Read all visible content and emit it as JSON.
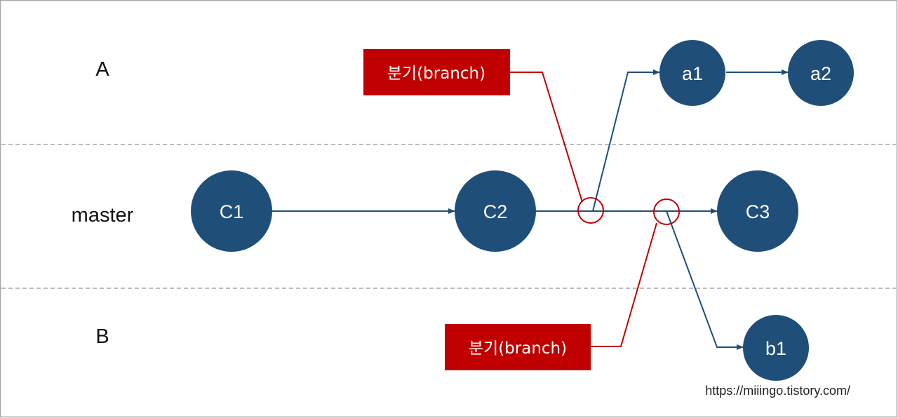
{
  "lanes": [
    {
      "id": "A",
      "label": "A"
    },
    {
      "id": "master",
      "label": "master"
    },
    {
      "id": "B",
      "label": "B"
    }
  ],
  "nodes": [
    {
      "id": "C1",
      "label": "C1",
      "lane": "master"
    },
    {
      "id": "C2",
      "label": "C2",
      "lane": "master"
    },
    {
      "id": "C3",
      "label": "C3",
      "lane": "master"
    },
    {
      "id": "a1",
      "label": "a1",
      "lane": "A"
    },
    {
      "id": "a2",
      "label": "a2",
      "lane": "A"
    },
    {
      "id": "b1",
      "label": "b1",
      "lane": "B"
    }
  ],
  "edges": [
    {
      "from": "C1",
      "to": "C2"
    },
    {
      "from": "C2",
      "to": "C3"
    },
    {
      "from": "branch-point-1",
      "to": "a1"
    },
    {
      "from": "a1",
      "to": "a2"
    },
    {
      "from": "branch-point-2",
      "to": "b1"
    }
  ],
  "callouts": [
    {
      "label": "분기(branch)",
      "points_to": "branch-point-1"
    },
    {
      "label": "분기(branch)",
      "points_to": "branch-point-2"
    }
  ],
  "watermark": "https://miiingo.tistory.com/",
  "colors": {
    "node": "#1f4e79",
    "edge": "#1f4e79",
    "callout": "#c00000",
    "lane_divider": "#a6a6a6",
    "frame": "#a6a6a6"
  }
}
